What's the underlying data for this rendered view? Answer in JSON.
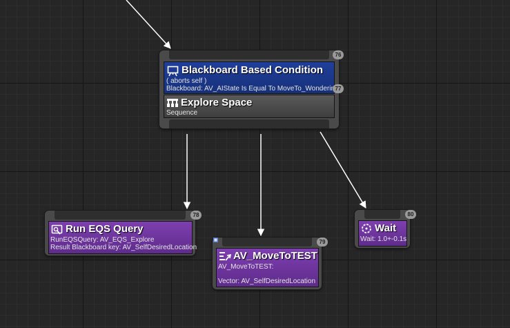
{
  "nodes": {
    "sequence": {
      "index_top": "76",
      "decorator": {
        "title": "Blackboard Based Condition",
        "aborts": "( aborts self )",
        "detail": "Blackboard: AV_AIState Is Equal To MoveTo_Wondering",
        "index": "77",
        "icon": "blackboard-icon"
      },
      "composite": {
        "title": "Explore Space",
        "type": "Sequence",
        "icon": "sequence-icon"
      }
    },
    "run_eqs": {
      "index": "78",
      "title": "Run EQS Query",
      "lines": [
        "RunEQSQuery: AV_EQS_Explore",
        "Result Blackboard key: AV_SelfDesiredLocation"
      ],
      "icon": "eqs-query-icon"
    },
    "move_to": {
      "index": "79",
      "title": "AV_MoveToTEST",
      "lines": [
        "AV_MoveToTEST:",
        "Vector: AV_SelfDesiredLocation"
      ],
      "icon": "move-to-task-icon"
    },
    "wait": {
      "index": "80",
      "title": "Wait",
      "lines": [
        "Wait: 1.0+-0.1s"
      ],
      "icon": "wait-icon"
    }
  },
  "colors": {
    "decorator": "#1c3a94",
    "task": "#6b34a0",
    "composite": "#4a4a4a",
    "wire": "#ffffff"
  }
}
